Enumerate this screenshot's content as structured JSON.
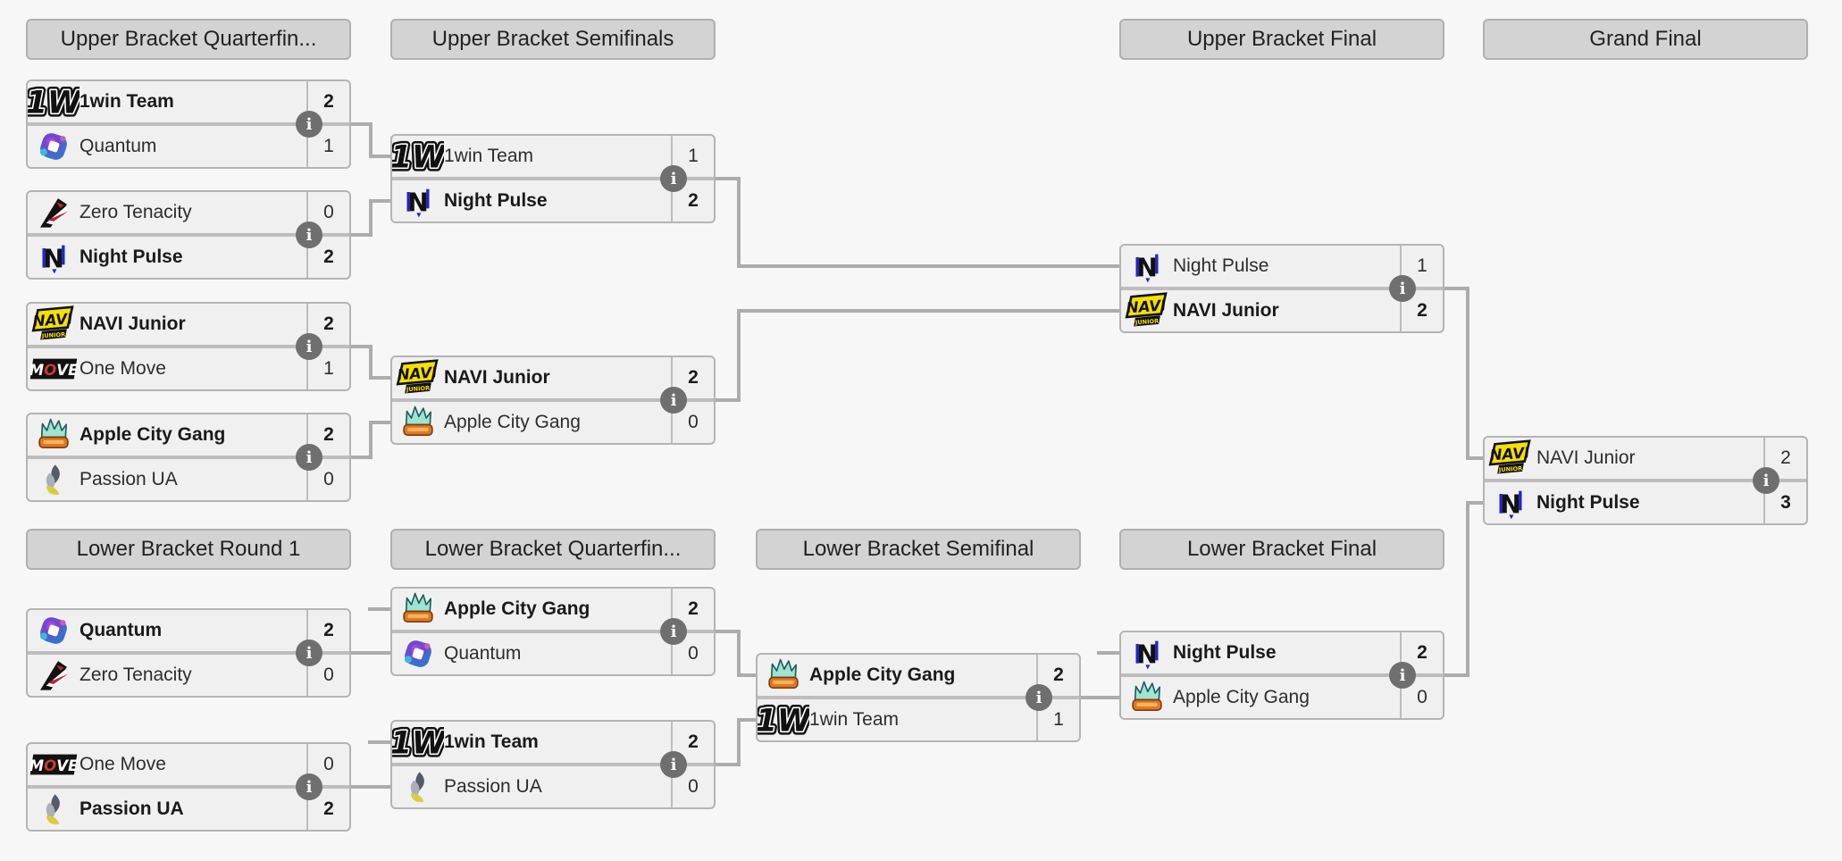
{
  "headers": {
    "ubqf": "Upper Bracket Quarterfin...",
    "ubsf": "Upper Bracket Semifinals",
    "ubf": "Upper Bracket Final",
    "gf": "Grand Final",
    "lbr1": "Lower Bracket Round 1",
    "lbqf": "Lower Bracket Quarterfin...",
    "lbsf": "Lower Bracket Semifinal",
    "lbf": "Lower Bracket Final"
  },
  "icons": {
    "info_glyph": "i",
    "team_logos": [
      "1win-team-logo",
      "quantum-logo",
      "zero-tenacity-logo",
      "night-pulse-logo",
      "navi-junior-logo",
      "one-move-logo",
      "apple-city-gang-logo",
      "passion-ua-logo"
    ]
  },
  "colors": {
    "bg": "#f7f7f8",
    "box_fill": "#f0f0f0",
    "box_border": "#b4b4b4",
    "header_fill": "#d3d3d3",
    "connector": "#acacac",
    "info_bg": "#6f6f6f",
    "winner_text": "#1a1a1a",
    "navi_yellow": "#f5e000",
    "night_pulse_blue": "#2222cc",
    "one_move_red": "#c93a2e",
    "acg_orange": "#e07820"
  },
  "matches": {
    "ubqf1": {
      "top": {
        "name": "1win Team",
        "score": "2",
        "winner": true
      },
      "bottom": {
        "name": "Quantum",
        "score": "1",
        "winner": false
      }
    },
    "ubqf2": {
      "top": {
        "name": "Zero Tenacity",
        "score": "0",
        "winner": false
      },
      "bottom": {
        "name": "Night Pulse",
        "score": "2",
        "winner": true
      }
    },
    "ubqf3": {
      "top": {
        "name": "NAVI Junior",
        "score": "2",
        "winner": true
      },
      "bottom": {
        "name": "One Move",
        "score": "1",
        "winner": false
      }
    },
    "ubqf4": {
      "top": {
        "name": "Apple City Gang",
        "score": "2",
        "winner": true
      },
      "bottom": {
        "name": "Passion UA",
        "score": "0",
        "winner": false
      }
    },
    "ubsf1": {
      "top": {
        "name": "1win Team",
        "score": "1",
        "winner": false
      },
      "bottom": {
        "name": "Night Pulse",
        "score": "2",
        "winner": true
      }
    },
    "ubsf2": {
      "top": {
        "name": "NAVI Junior",
        "score": "2",
        "winner": true
      },
      "bottom": {
        "name": "Apple City Gang",
        "score": "0",
        "winner": false
      }
    },
    "ubf": {
      "top": {
        "name": "Night Pulse",
        "score": "1",
        "winner": false
      },
      "bottom": {
        "name": "NAVI Junior",
        "score": "2",
        "winner": true
      }
    },
    "gf": {
      "top": {
        "name": "NAVI Junior",
        "score": "2",
        "winner": false
      },
      "bottom": {
        "name": "Night Pulse",
        "score": "3",
        "winner": true
      }
    },
    "lbr1m1": {
      "top": {
        "name": "Quantum",
        "score": "2",
        "winner": true
      },
      "bottom": {
        "name": "Zero Tenacity",
        "score": "0",
        "winner": false
      }
    },
    "lbr1m2": {
      "top": {
        "name": "One Move",
        "score": "0",
        "winner": false
      },
      "bottom": {
        "name": "Passion UA",
        "score": "2",
        "winner": true
      }
    },
    "lbqf1": {
      "top": {
        "name": "Apple City Gang",
        "score": "2",
        "winner": true
      },
      "bottom": {
        "name": "Quantum",
        "score": "0",
        "winner": false
      }
    },
    "lbqf2": {
      "top": {
        "name": "1win Team",
        "score": "2",
        "winner": true
      },
      "bottom": {
        "name": "Passion UA",
        "score": "0",
        "winner": false
      }
    },
    "lbsf": {
      "top": {
        "name": "Apple City Gang",
        "score": "2",
        "winner": true
      },
      "bottom": {
        "name": "1win Team",
        "score": "1",
        "winner": false
      }
    },
    "lbf": {
      "top": {
        "name": "Night Pulse",
        "score": "2",
        "winner": true
      },
      "bottom": {
        "name": "Apple City Gang",
        "score": "0",
        "winner": false
      }
    }
  }
}
